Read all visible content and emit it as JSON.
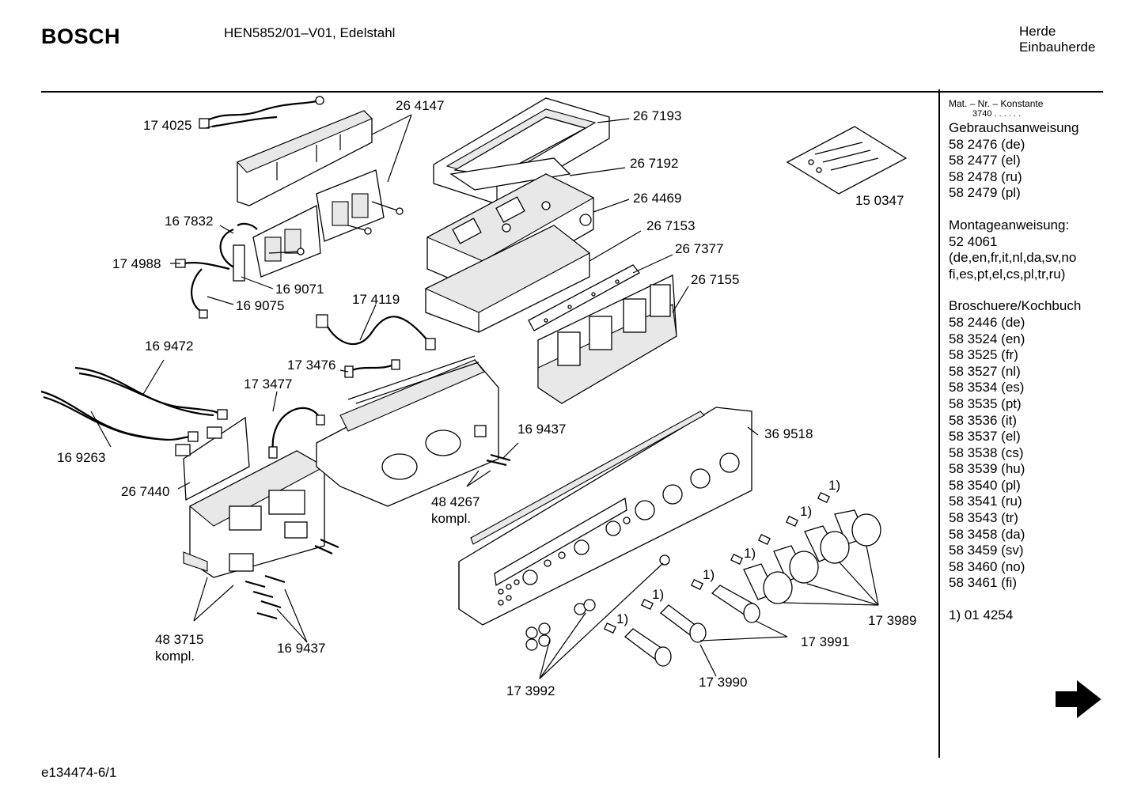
{
  "header": {
    "brand": "BOSCH",
    "model": "HEN5852/01–V01, Edelstahl",
    "category_line1": "Herde",
    "category_line2": "Einbauherde"
  },
  "footer": {
    "code": "e134474-6/1"
  },
  "sidebar": {
    "header": "Mat. – Nr. – Konstante",
    "sub": "3740  .  .  .  .  .  .",
    "gebrauch_title": "Gebrauchsanweisung",
    "gebrauch": [
      "58 2476 (de)",
      "58 2477 (el)",
      "58 2478 (ru)",
      "58 2479 (pl)"
    ],
    "montage_title": "Montageanweisung:",
    "montage": [
      "52 4061",
      "(de,en,fr,it,nl,da,sv,no",
      "fi,es,pt,el,cs,pl,tr,ru)"
    ],
    "brosch_title": "Broschuere/Kochbuch",
    "brosch": [
      "58 2446 (de)",
      "58 3524 (en)",
      "58 3525 (fr)",
      "58 3527 (nl)",
      "58 3534 (es)",
      "58 3535 (pt)",
      "58 3536 (it)",
      "58 3537 (el)",
      "58 3538 (cs)",
      "58 3539 (hu)",
      "58 3540 (pl)",
      "58 3541 (ru)",
      "58 3543 (tr)",
      "58 3458 (da)",
      "58 3459 (sv)",
      "58 3460 (no)",
      "58 3461 (fi)"
    ],
    "footnote": "1) 01 4254"
  },
  "callouts": {
    "p174025": "17 4025",
    "p264147": "26 4147",
    "p267193": "26 7193",
    "p267192": "26 7192",
    "p264469": "26 4469",
    "p267153": "26 7153",
    "p267377": "26 7377",
    "p267155": "26 7155",
    "p150347": "15 0347",
    "p167832": "16 7832",
    "p174988": "17 4988",
    "p169071": "16 9071",
    "p169075": "16 9075",
    "p174119": "17 4119",
    "p169472": "16 9472",
    "p173476": "17 3476",
    "p173477": "17 3477",
    "p169263": "16 9263",
    "p267440": "26 7440",
    "p169437a": "16 9437",
    "p484267": "48 4267",
    "kompl_a": "kompl.",
    "p369518": "36 9518",
    "p483715": "48 3715",
    "kompl_b": "kompl.",
    "p169437b": "16 9437",
    "p173989": "17 3989",
    "p173991": "17 3991",
    "p173990": "17 3990",
    "p173992": "17 3992",
    "fn1": "1)",
    "fn2": "1)",
    "fn3": "1)",
    "fn4": "1)",
    "fn5": "1)",
    "fn6": "1)"
  },
  "icons": {
    "next": "arrow-right-icon"
  }
}
